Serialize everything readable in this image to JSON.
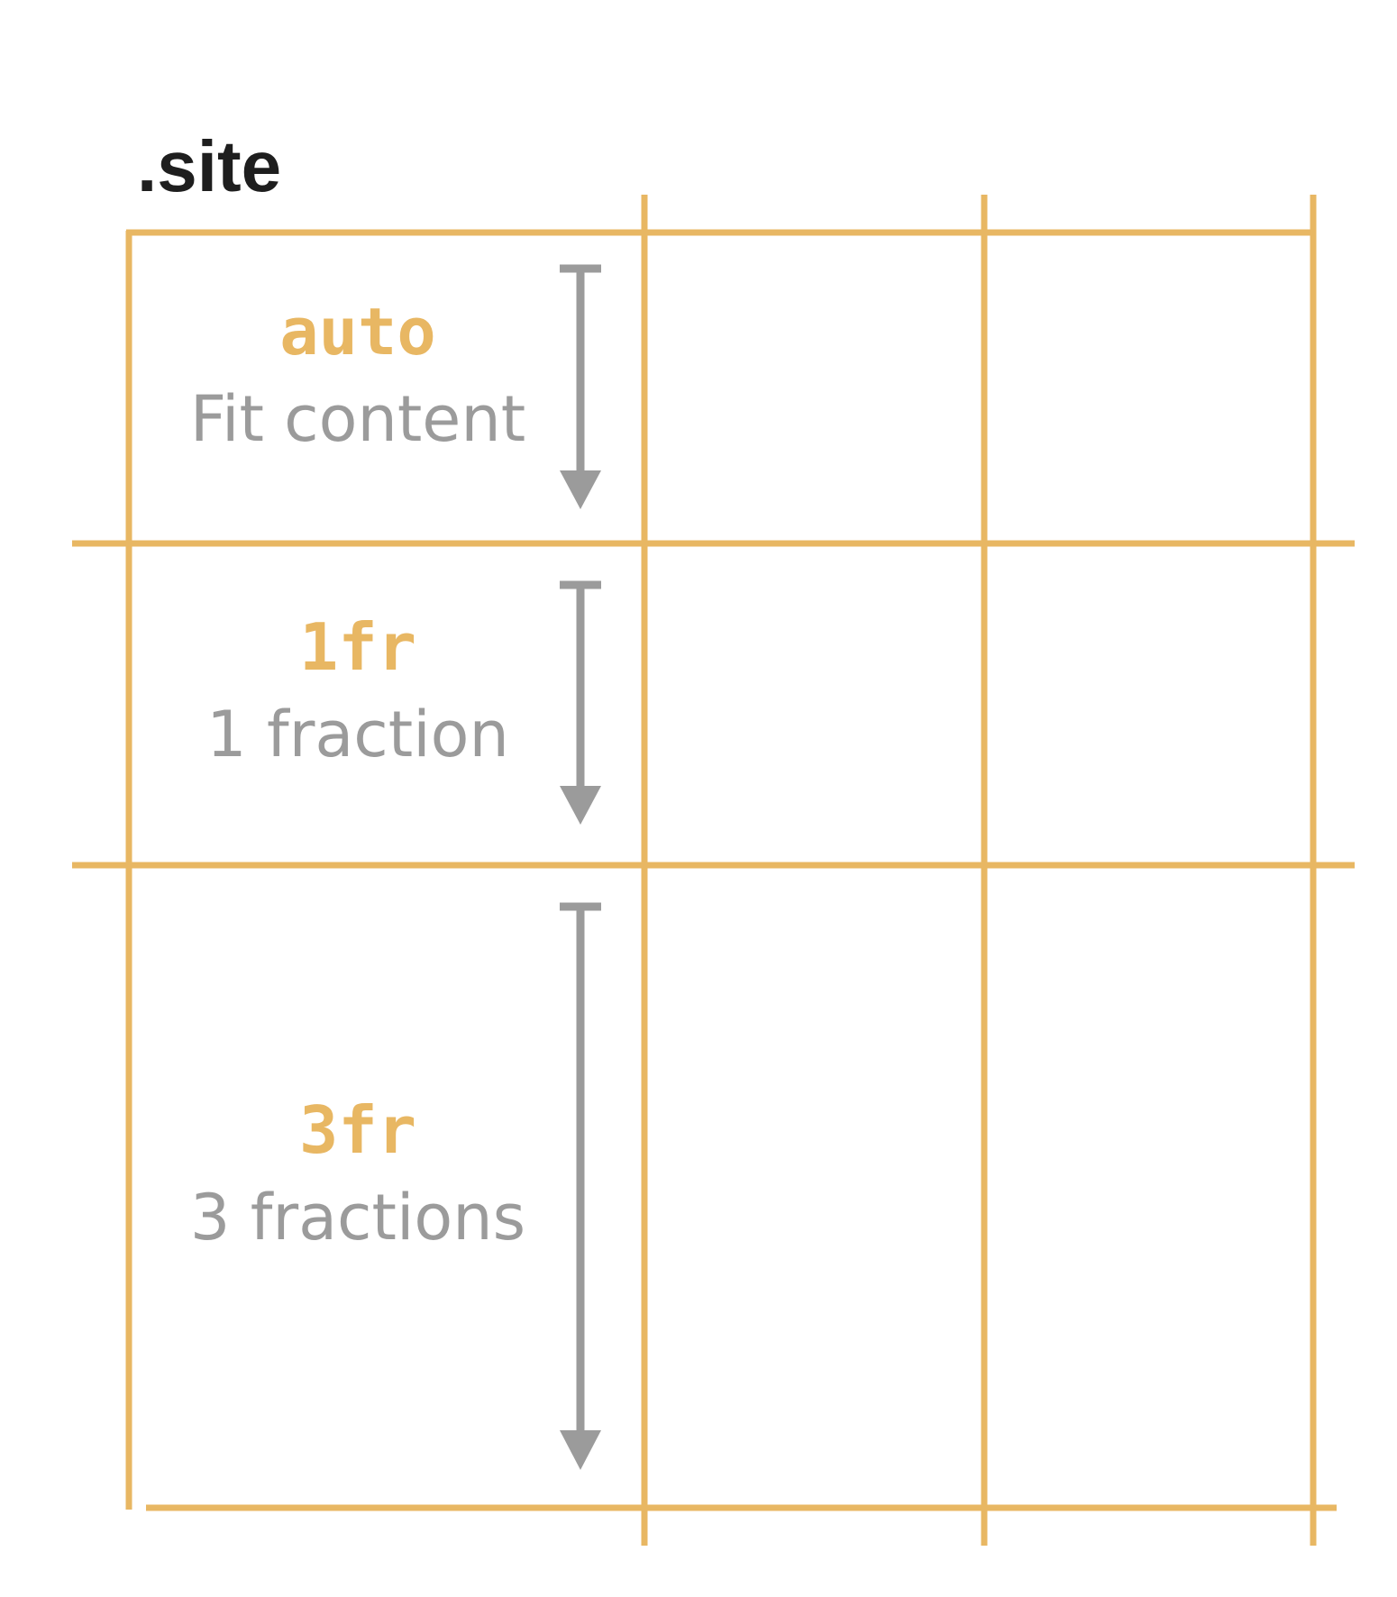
{
  "title": ".site",
  "colors": {
    "grid_line": "#E8B763",
    "code_text": "#E8B763",
    "description_text": "#9B9B9B",
    "arrow": "#9B9B9B",
    "title_text": "#1E1E1E",
    "background": "#FFFFFF"
  },
  "rows": [
    {
      "value": "auto",
      "description": "Fit content"
    },
    {
      "value": "1fr",
      "description": "1 fraction"
    },
    {
      "value": "3fr",
      "description": "3 fractions"
    }
  ],
  "columns_count": 3
}
